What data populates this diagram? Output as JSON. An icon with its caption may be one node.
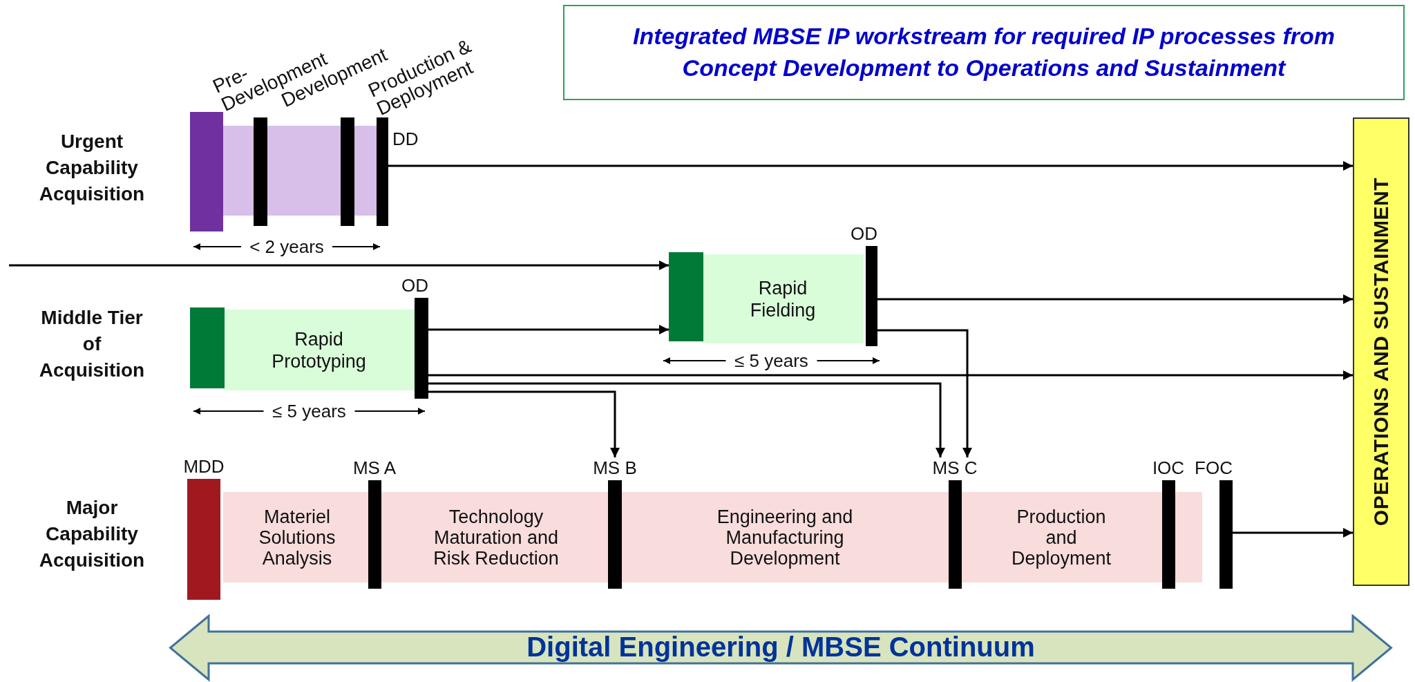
{
  "diagram": {
    "title": "Integrated MBSE IP workstream for required IP processes from Concept Development to Operations and Sustainment",
    "nodes": [
      {
        "text": [],
        "shape": "bar"
      },
      {
        "text": [],
        "shape": "bar"
      },
      {
        "text": [],
        "shape": "bar"
      },
      {
        "text": [],
        "shape": "bar",
        "beside": [
          "DD"
        ]
      },
      {
        "text": [
          "Rapid Fielding"
        ]
      },
      {
        "text": [
          "OD"
        ]
      },
      {
        "text": [
          "Rapid Prototyping"
        ]
      },
      {
        "text": [
          "OD"
        ]
      },
      {
        "text": [],
        "shape": "bar"
      },
      {
        "text": [
          "MDD"
        ]
      },
      {
        "text": [
          "Materiel Solutions Analysis"
        ],
        "in": 8
      },
      {
        "text": [
          "MS A"
        ]
      },
      {
        "text": [
          "Technology Maturation and Risk Reduction"
        ],
        "in": 8
      },
      {
        "text": [
          "MS B"
        ]
      },
      {
        "text": [
          "Engineering and Manufacturing Development"
        ],
        "in": 8
      },
      {
        "text": [
          "MS C"
        ]
      },
      {
        "text": [
          "Production and Deployment"
        ],
        "in": 8
      },
      {
        "text": [
          "IOC"
        ]
      },
      {
        "text": [
          "FOC"
        ]
      },
      {
        "text": [
          "OPERATIONS AND SUSTAINMENT"
        ]
      },
      {
        "text": [
          "Digital Engineering / MBSE Continuum"
        ]
      }
    ],
    "edges": [
      {
        "from": 3,
        "to": 19,
        "arrow": "to"
      },
      {
        "from": null,
        "to": 4,
        "arrow": "to"
      },
      {
        "from": 7,
        "to": 4,
        "arrow": "to"
      },
      {
        "from": 5,
        "to": 19,
        "arrow": "to"
      },
      {
        "from": 5,
        "to": 15,
        "arrow": "to"
      },
      {
        "from": 7,
        "to": 19,
        "arrow": "to"
      },
      {
        "from": 7,
        "to": 15,
        "arrow": "to"
      },
      {
        "from": 7,
        "to": 13,
        "arrow": "to"
      },
      {
        "from": 18,
        "to": 19,
        "arrow": "to"
      }
    ],
    "labels": [
      "Pre-Development",
      "Development",
      "Production & Deployment",
      "Urgent Capability Acquisition",
      "< 2 years",
      "≤ 5 years",
      "Middle Tier of Acquisition",
      "≤ 5 years",
      "Major Capability Acquisition"
    ]
  }
}
